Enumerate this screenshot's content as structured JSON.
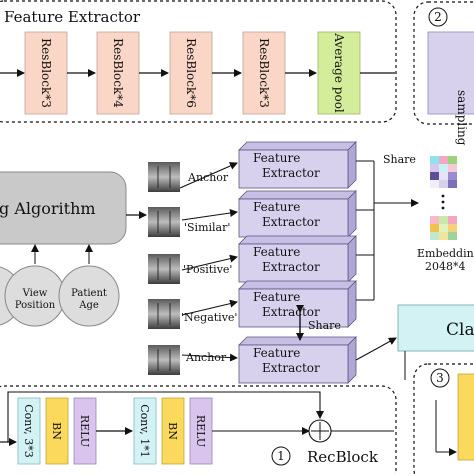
{
  "feature_extractor_panel": {
    "title": "Feature Extractor",
    "blocks": [
      "ResBlock*3",
      "ResBlock*4",
      "ResBlock*6",
      "ResBlock*3"
    ],
    "pool": "Average pool"
  },
  "sampling_panel": {
    "badge": "2",
    "label": "sampling"
  },
  "algorithm_box": {
    "label": "g Algorithm"
  },
  "inputs": [
    {
      "label": "View Position"
    },
    {
      "label": "Patient Age"
    }
  ],
  "samples": [
    {
      "label": "Anchor"
    },
    {
      "label": "'Similar'"
    },
    {
      "label": "'Positive'"
    },
    {
      "label": "'Negative'"
    },
    {
      "label": "Anchor"
    }
  ],
  "extractors": [
    "Feature Extractor",
    "Feature Extractor",
    "Feature Extractor",
    "Feature Extractor",
    "Feature Extractor"
  ],
  "share_top": "Share",
  "share_mid": "Share",
  "embedding": {
    "label": "Embedding",
    "size": "2048*4"
  },
  "classifier": {
    "label": "Cla"
  },
  "recblock_panel": {
    "badge": "1",
    "title": "RecBlock",
    "conv1": "Conv, 3*3",
    "bn1": "BN",
    "relu1": "RELU",
    "conv2": "Conv, 1*1",
    "bn2": "BN",
    "relu2": "RELU"
  },
  "panel3": {
    "badge": "3"
  },
  "colors": {
    "resblock": "#f9d6c6",
    "pool": "#d4ed9a",
    "extractor": "#d7d1ee",
    "conv": "#d2f2f6",
    "bn": "#fbd95c",
    "relu": "#d9c4ee",
    "classifier": "#d3f2f3"
  }
}
